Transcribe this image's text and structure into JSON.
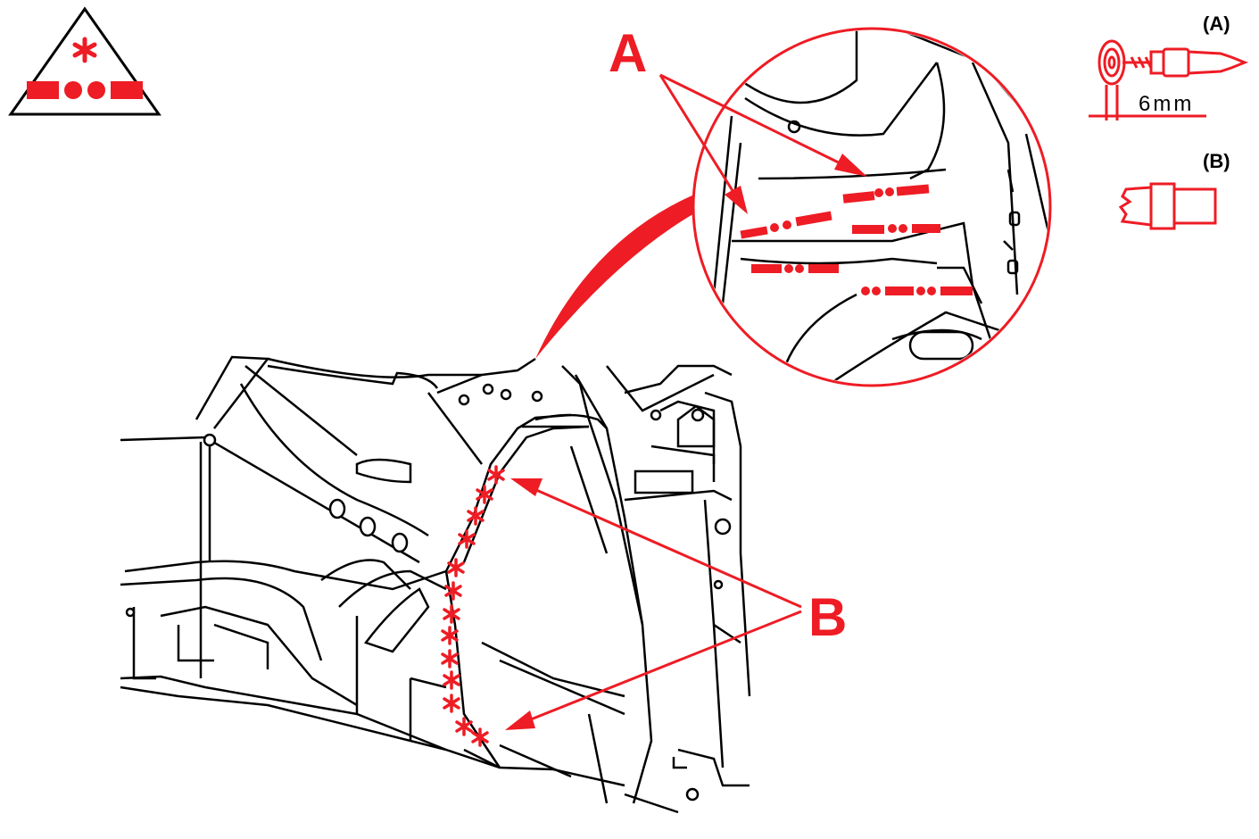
{
  "labels": {
    "callout_a": "A",
    "callout_b": "B",
    "legend_a": "(A)",
    "legend_b": "(B)",
    "dimension": "6mm"
  },
  "colors": {
    "accent": "#ee1c24",
    "line": "#000000",
    "background": "#ffffff"
  },
  "icons": {
    "warning_triangle": "triangle-weld-symbol-icon",
    "spot_drill": "spot-weld-drill-bit-icon",
    "plug_tool": "weld-plug-tool-icon"
  }
}
